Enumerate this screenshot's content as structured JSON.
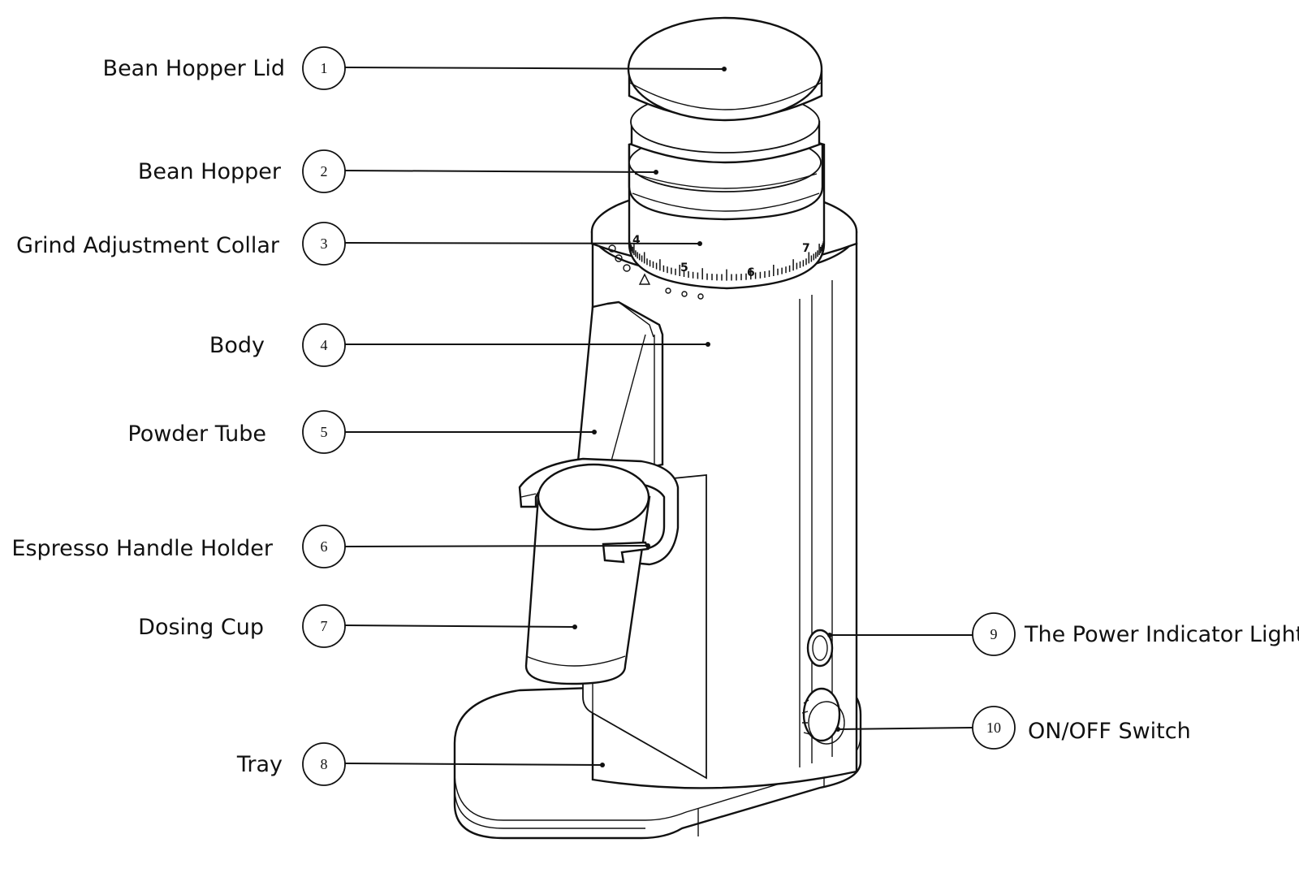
{
  "diagram": {
    "callouts": [
      {
        "number": "1",
        "label": "Bean Hopper Lid"
      },
      {
        "number": "2",
        "label": "Bean Hopper"
      },
      {
        "number": "3",
        "label": "Grind Adjustment Collar"
      },
      {
        "number": "4",
        "label": "Body"
      },
      {
        "number": "5",
        "label": "Powder Tube"
      },
      {
        "number": "6",
        "label": "Espresso Handle Holder"
      },
      {
        "number": "7",
        "label": "Dosing Cup"
      },
      {
        "number": "8",
        "label": "Tray"
      },
      {
        "number": "9",
        "label": "The Power Indicator Light"
      },
      {
        "number": "10",
        "label": "ON/OFF Switch"
      }
    ],
    "collar_scale": [
      "4",
      "5",
      "6",
      "7"
    ]
  }
}
